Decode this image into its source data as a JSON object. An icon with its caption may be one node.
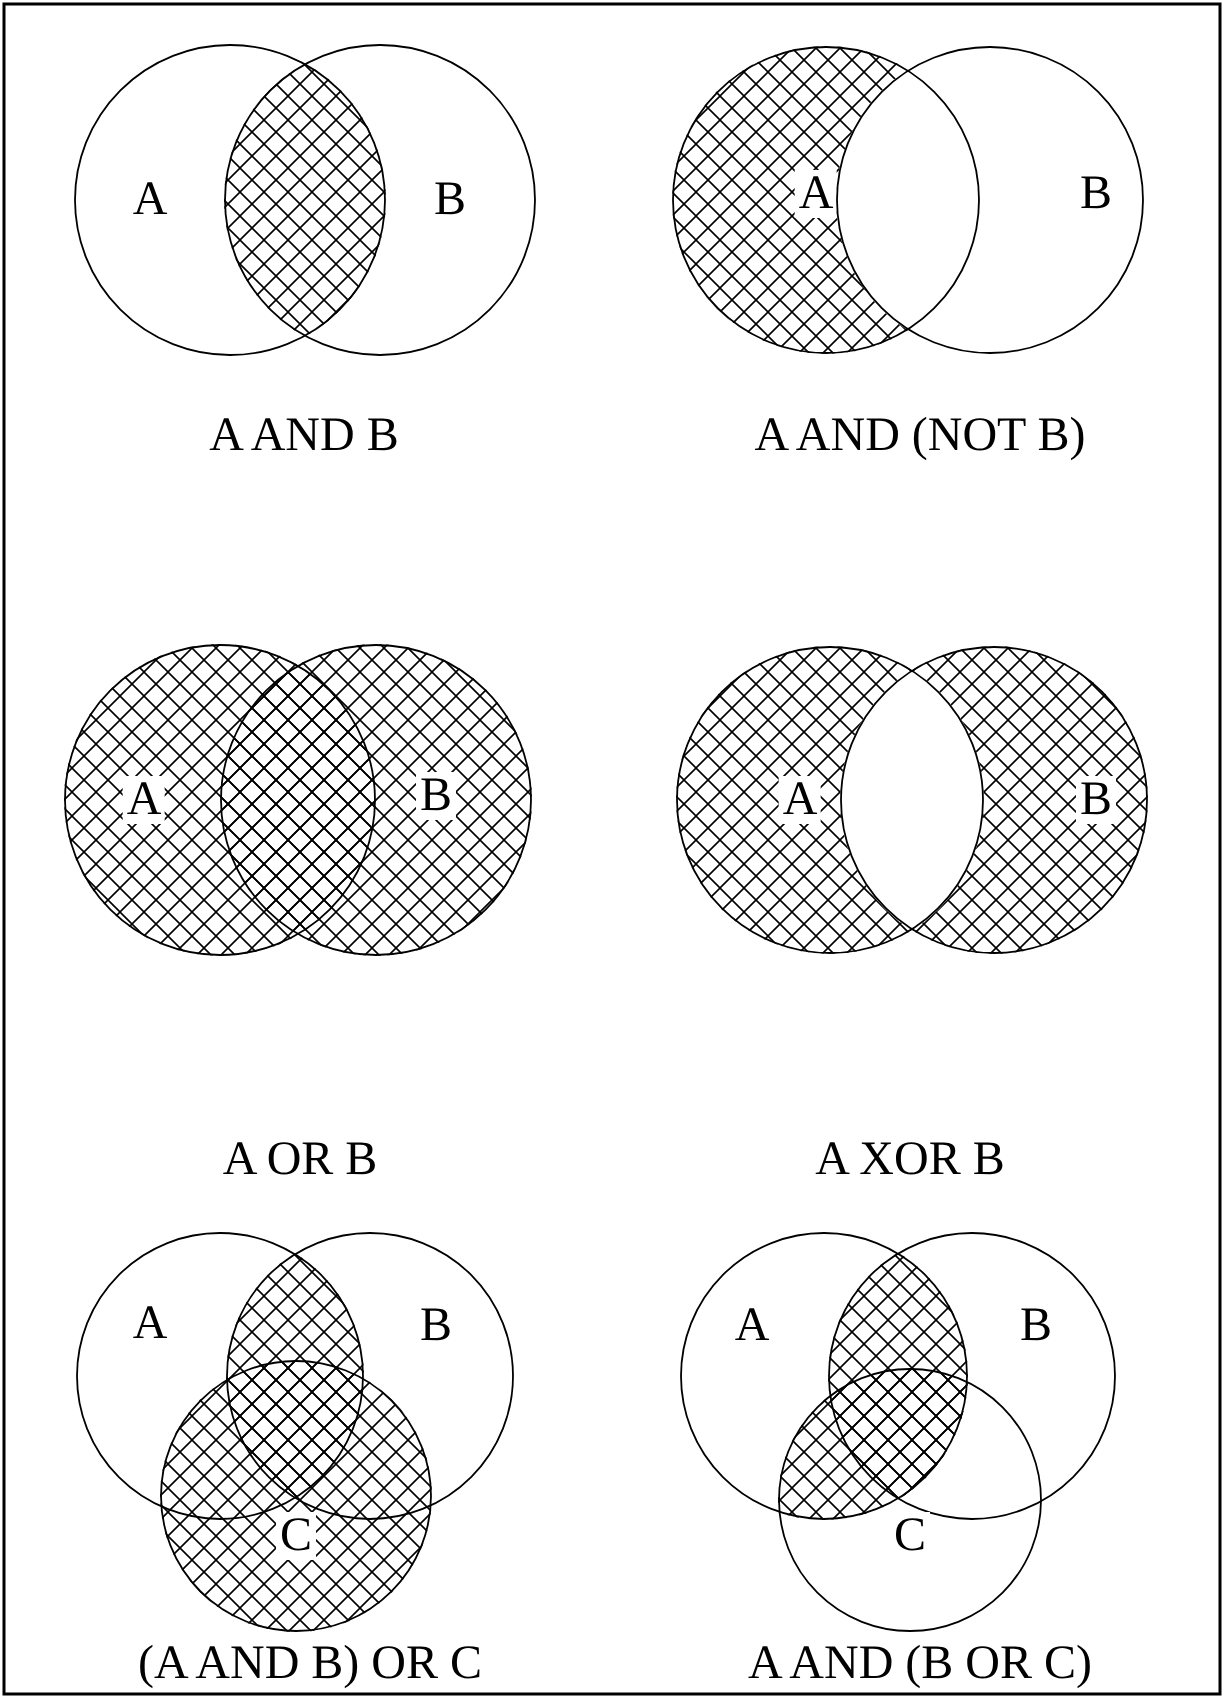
{
  "diagram": {
    "nodes": [
      {
        "text": [
          "A"
        ]
      },
      {
        "text": [
          "B"
        ]
      },
      {
        "text": [
          "A"
        ]
      },
      {
        "text": [
          "B"
        ]
      },
      {
        "text": [
          "A"
        ]
      },
      {
        "text": [
          "B"
        ]
      },
      {
        "text": [
          "A"
        ]
      },
      {
        "text": [
          "B"
        ]
      },
      {
        "text": [
          "A"
        ]
      },
      {
        "text": [
          "B"
        ]
      },
      {
        "text": [
          "C"
        ]
      },
      {
        "text": [
          "A"
        ]
      },
      {
        "text": [
          "B"
        ]
      },
      {
        "text": [
          "C"
        ]
      }
    ],
    "labels": [
      "A AND B",
      "A AND (NOT B)",
      "A OR B",
      "A XOR B",
      "(A AND B) OR C",
      "A AND (B OR C)"
    ]
  }
}
